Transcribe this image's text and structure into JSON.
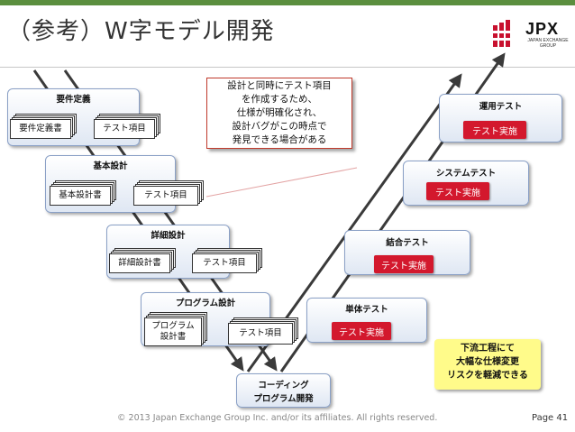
{
  "title": "（参考）W字モデル開発",
  "logo": {
    "text": "JPX",
    "sub": "JAPAN EXCHANGE GROUP"
  },
  "left_phases": [
    {
      "title": "要件定義",
      "doc1": "要件定義書",
      "doc2": "テスト項目"
    },
    {
      "title": "基本設計",
      "doc1": "基本設計書",
      "doc2": "テスト項目"
    },
    {
      "title": "詳細設計",
      "doc1": "詳細設計書",
      "doc2": "テスト項目"
    },
    {
      "title": "プログラム設計",
      "doc1": "プログラム\n設計書",
      "doc2": "テスト項目"
    }
  ],
  "bottom_phase": {
    "line1": "コーディング",
    "line2": "プログラム開発"
  },
  "right_phases": [
    {
      "title": "単体テスト",
      "button": "テスト実施"
    },
    {
      "title": "結合テスト",
      "button": "テスト実施"
    },
    {
      "title": "システムテスト",
      "button": "テスト実施"
    },
    {
      "title": "運用テスト",
      "button": "テスト実施"
    }
  ],
  "callout": [
    "設計と同時にテスト項目",
    "を作成するため、",
    "仕様が明確化され、",
    "設計バグがこの時点で",
    "発見できる場合がある"
  ],
  "note": [
    "下流工程にて",
    "大幅な仕様変更",
    "リスクを軽減できる"
  ],
  "footer": "© 2013 Japan Exchange Group Inc. and/or its affiliates. All rights reserved.",
  "page": "Page 41",
  "colors": {
    "accent_bar": "#5b8f3f",
    "button_red": "#d3182d",
    "note_yellow": "#fffb8a",
    "box_border": "#8aa0c6"
  }
}
